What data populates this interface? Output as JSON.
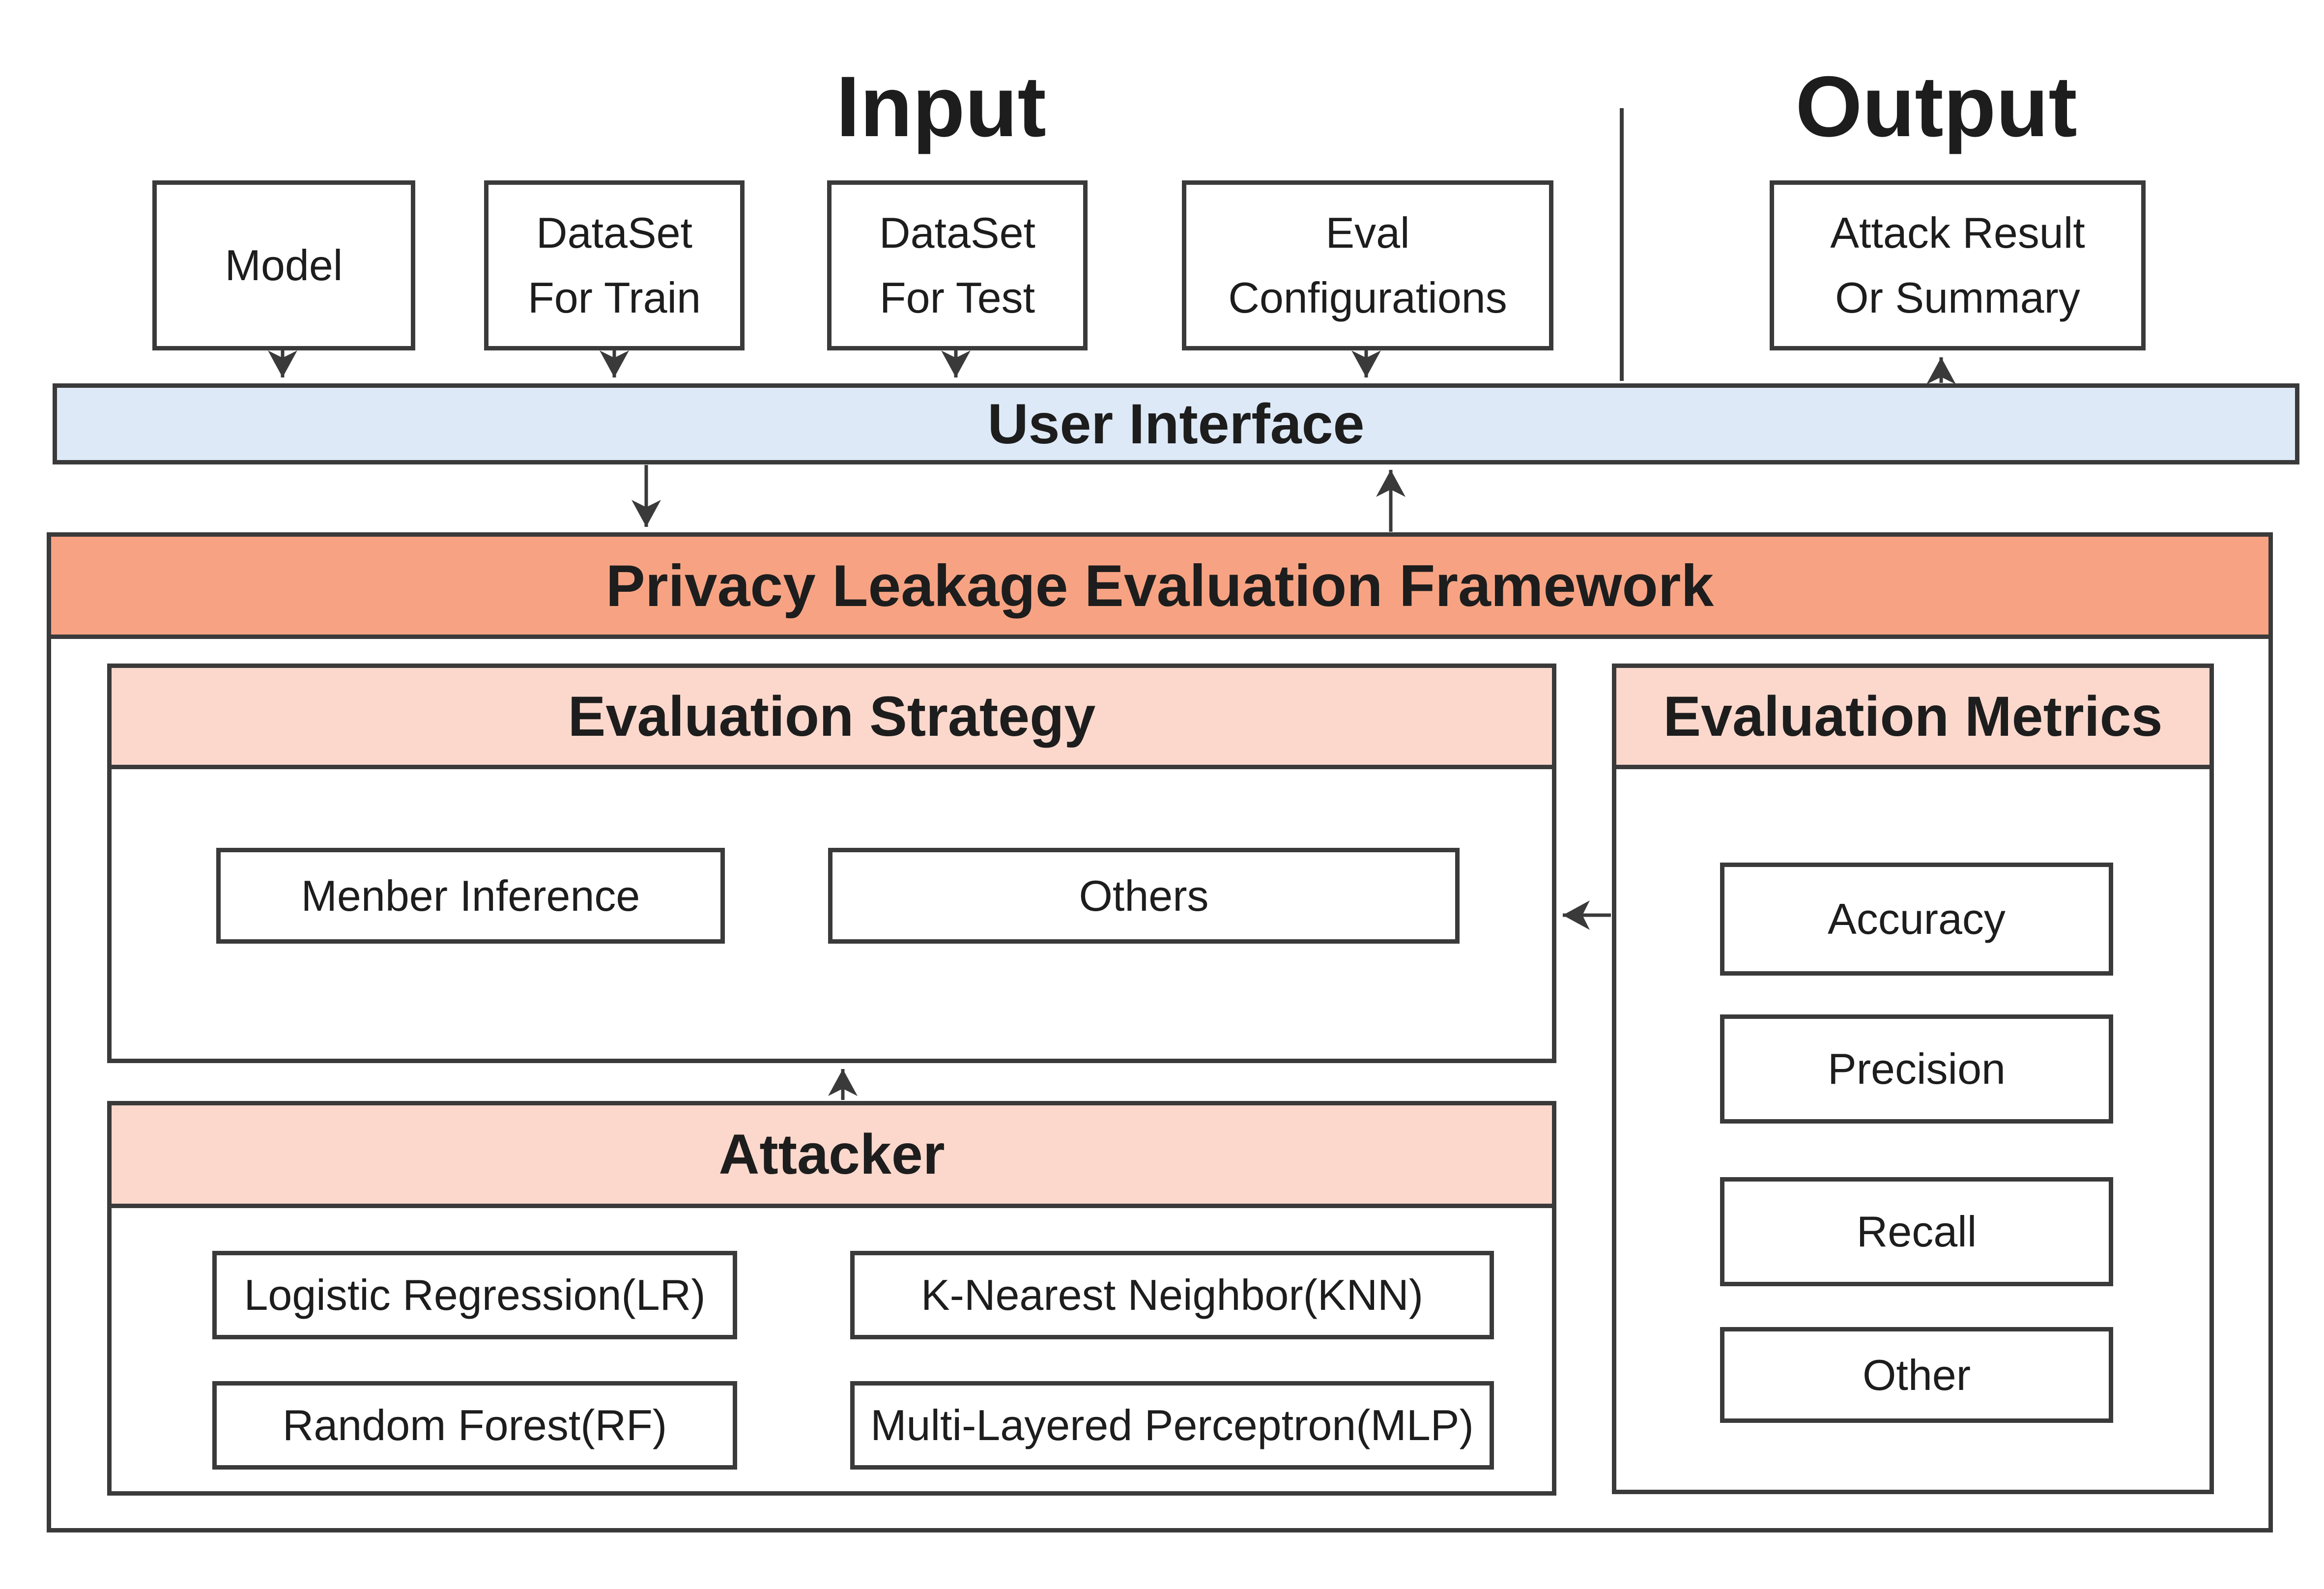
{
  "titles": {
    "input": "Input",
    "output": "Output"
  },
  "input_boxes": [
    {
      "label": "Model"
    },
    {
      "label": "DataSet\nFor Train"
    },
    {
      "label": "DataSet\nFor Test"
    },
    {
      "label": "Eval\nConfigurations"
    }
  ],
  "output_box": {
    "label": "Attack Result\nOr Summary"
  },
  "ui_bar": {
    "label": "User Interface"
  },
  "framework": {
    "label": "Privacy Leakage Evaluation Framework"
  },
  "strategy": {
    "header": "Evaluation Strategy",
    "items": [
      {
        "label": "Menber Inference"
      },
      {
        "label": "Others"
      }
    ]
  },
  "attacker": {
    "header": "Attacker",
    "items": [
      {
        "label": "Logistic Regression(LR)"
      },
      {
        "label": "K-Nearest Neighbor(KNN)"
      },
      {
        "label": "Random Forest(RF)"
      },
      {
        "label": "Multi-Layered Perceptron(MLP)"
      }
    ]
  },
  "metrics": {
    "header": "Evaluation Metrics",
    "items": [
      {
        "label": "Accuracy"
      },
      {
        "label": "Precision"
      },
      {
        "label": "Recall"
      },
      {
        "label": "Other"
      }
    ]
  },
  "colors": {
    "ui_bar_fill": "#dde9f7",
    "framework_fill": "#f7a383",
    "section_header_fill": "#fcd8cc",
    "border": "#3a3a3a"
  }
}
